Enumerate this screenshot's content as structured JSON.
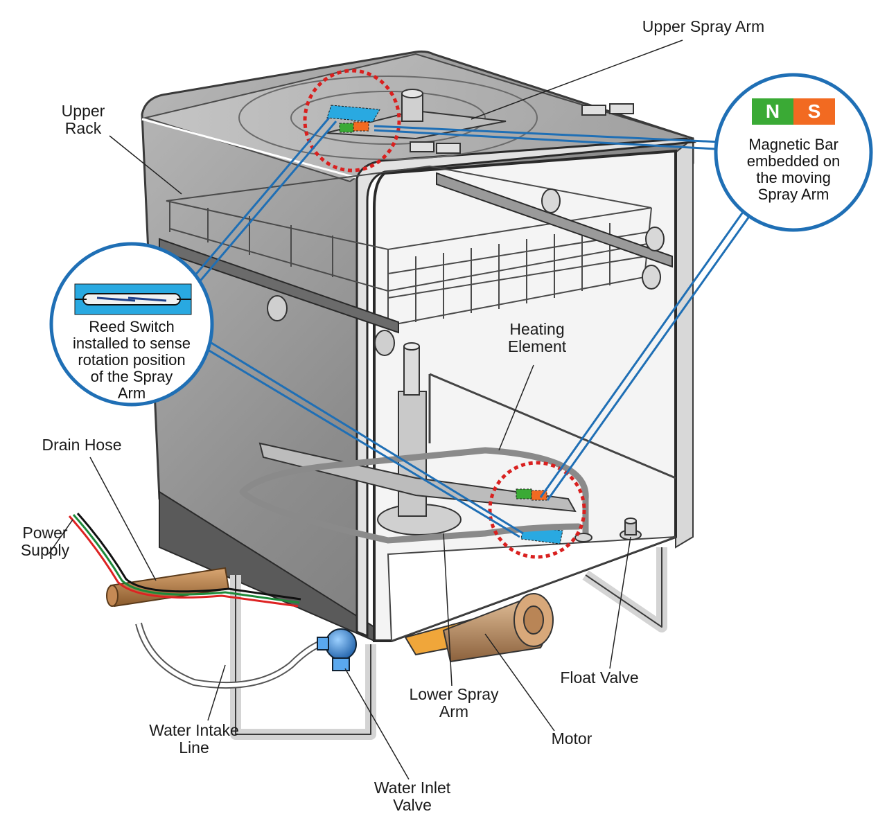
{
  "labels": {
    "upper_spray_arm": "Upper Spray Arm",
    "upper_rack": [
      "Upper",
      "Rack"
    ],
    "heating_element": [
      "Heating",
      "Element"
    ],
    "drain_hose": "Drain Hose",
    "power_supply": [
      "Power",
      "Supply"
    ],
    "water_intake_line": [
      "Water Intake",
      "Line"
    ],
    "water_inlet_valve": [
      "Water Inlet",
      "Valve"
    ],
    "lower_spray_arm": [
      "Lower Spray",
      "Arm"
    ],
    "motor": "Motor",
    "float_valve": "Float Valve"
  },
  "magnet_callout": {
    "north": "N",
    "south": "S",
    "text": [
      "Magnetic Bar",
      "embedded on",
      "the moving",
      "Spray Arm"
    ]
  },
  "reed_callout": {
    "text": [
      "Reed Switch",
      "installed to sense",
      "rotation position",
      "of the Spray",
      "Arm"
    ]
  },
  "colors": {
    "callout_ring": "#1f6fb5",
    "highlight_circle": "#d9201f",
    "reed_panel": "#29a9e1",
    "magnet_north": "#3aaa35",
    "magnet_south": "#f26a21",
    "cabinet": "#8a8a8a",
    "drain_hose": "#b07a45",
    "motor": "#b5835a",
    "inlet_valve": "#3f8fd6"
  }
}
